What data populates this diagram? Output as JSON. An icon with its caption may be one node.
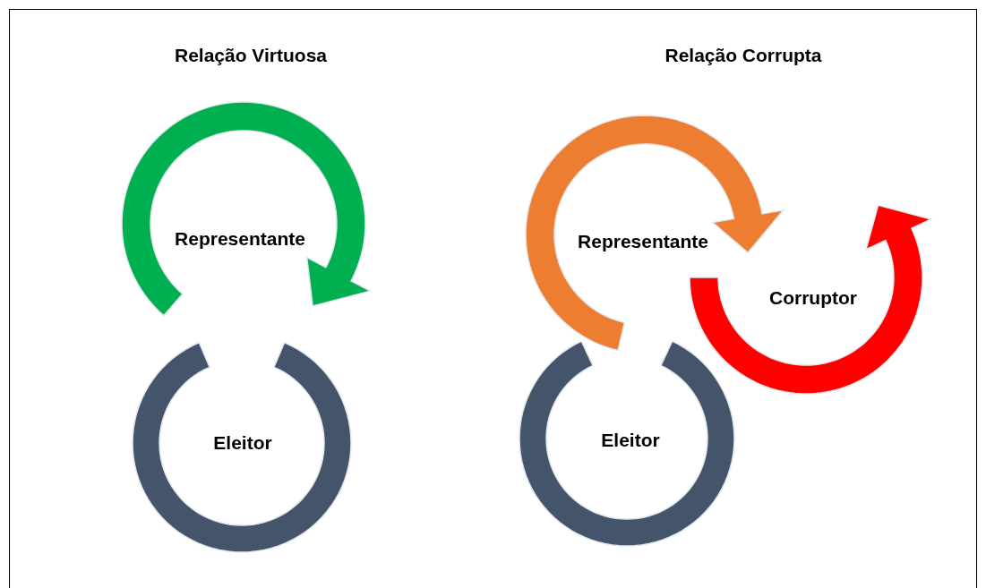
{
  "diagram": {
    "nodes": [
      {
        "text": [
          "Representante"
        ]
      },
      {
        "text": [
          "Eleitor"
        ]
      },
      {
        "text": [
          "Representante"
        ]
      },
      {
        "text": [
          "Corruptor"
        ]
      },
      {
        "text": [
          "Eleitor"
        ]
      }
    ],
    "labels": [
      "Relação Virtuosa",
      "Relação Corrupta"
    ]
  }
}
